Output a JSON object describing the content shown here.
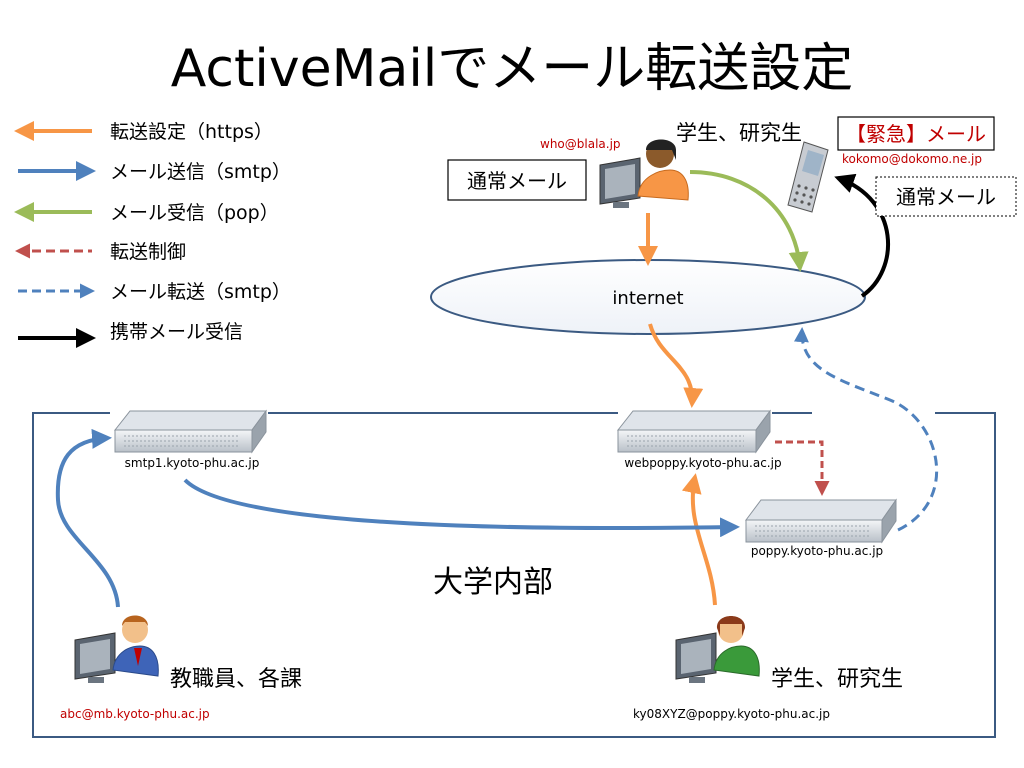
{
  "title": "ActiveMailでメール転送設定",
  "legend": [
    {
      "label": "転送設定（https）",
      "color": "#f79646",
      "style": "solid",
      "icon": "orange-arrow-icon"
    },
    {
      "label": "メール送信（smtp）",
      "color": "#4f81bd",
      "style": "solid",
      "icon": "blue-arrow-icon"
    },
    {
      "label": "メール受信（pop）",
      "color": "#9bbb59",
      "style": "solid",
      "icon": "green-arrow-icon"
    },
    {
      "label": "転送制御",
      "color": "#c0504d",
      "style": "dashed",
      "icon": "red-dashed-arrow-icon"
    },
    {
      "label": "メール転送（smtp）",
      "color": "#4f81bd",
      "style": "dashed",
      "icon": "blue-dashed-arrow-icon"
    },
    {
      "label": "携帯メール受信",
      "color": "#000000",
      "style": "solid",
      "icon": "black-arrow-icon"
    }
  ],
  "external_user": {
    "address": "who@blala.jp",
    "role": "学生、研究生",
    "box_label": "通常メール",
    "icon": "user-at-computer-icon"
  },
  "mobile": {
    "urgent_label": "【緊急】メール",
    "address": "kokomo@dokomo.ne.jp",
    "box_label": "通常メール",
    "icon": "mobile-phone-icon"
  },
  "internet_label": "internet",
  "servers": {
    "smtp": "smtp1.kyoto-phu.ac.jp",
    "webpoppy": "webpoppy.kyoto-phu.ac.jp",
    "poppy": "poppy.kyoto-phu.ac.jp"
  },
  "campus_label": "大学内部",
  "staff_user": {
    "role": "教職員、各課",
    "address": "abc@mb.kyoto-phu.ac.jp",
    "icon": "staff-user-icon"
  },
  "student_user": {
    "role": "学生、研究生",
    "address": "ky08XYZ@poppy.kyoto-phu.ac.jp",
    "icon": "student-user-icon"
  },
  "colors": {
    "orange": "#f79646",
    "blue": "#4f81bd",
    "green": "#9bbb59",
    "red": "#c0504d",
    "black": "#000000",
    "urgent": "#c00000"
  }
}
